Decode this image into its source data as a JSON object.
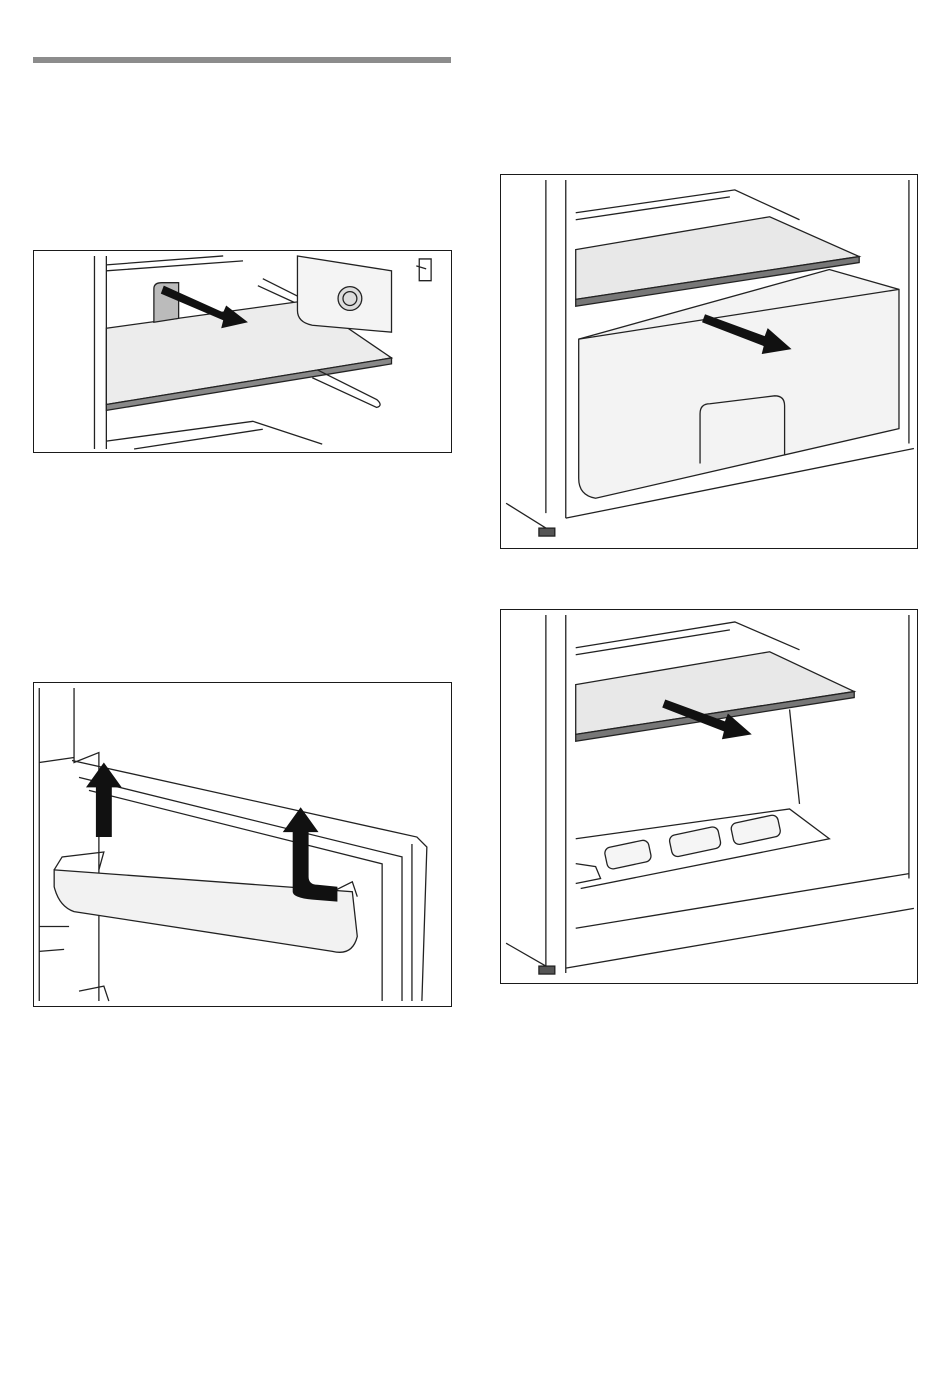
{
  "document": {
    "section_rule": "section-divider",
    "figures": [
      {
        "id": "fig-shelf",
        "icon": "shelf-removal-illustration",
        "arrow": "pull-out"
      },
      {
        "id": "fig-door",
        "icon": "door-rack-removal-illustration",
        "arrow": "lift-up"
      },
      {
        "id": "fig-drawer",
        "icon": "vegetable-drawer-removal-illustration",
        "arrow": "pull-out"
      },
      {
        "id": "fig-bottom",
        "icon": "bottom-shelf-removal-illustration",
        "arrow": "pull-out"
      }
    ]
  }
}
